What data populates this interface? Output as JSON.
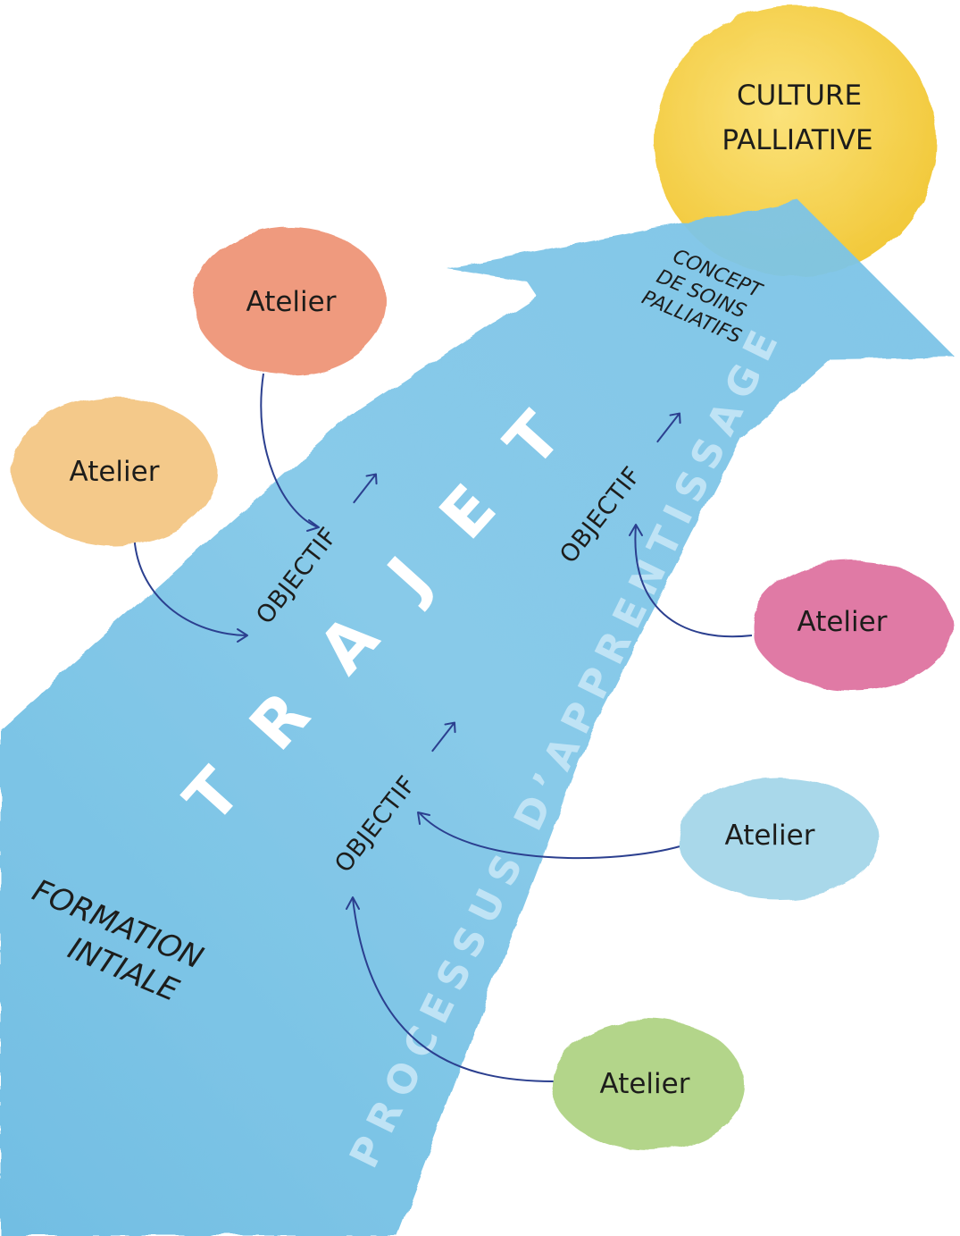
{
  "goal": {
    "line1": "CULTURE",
    "line2": "PALLIATIVE",
    "color": "#f6d14a"
  },
  "arrow": {
    "color": "#79c3e6",
    "path_label": "TRAJET",
    "process_label": "PROCESSUS D’APPRENTISSAGE",
    "start_label": {
      "line1": "FORMATION",
      "line2": "INTIALE"
    },
    "end_label": {
      "line1": "CONCEPT",
      "line2": "DE SOINS",
      "line3": "PALLIATIFS"
    }
  },
  "objective_label": "OBJECTIF",
  "workshops": [
    {
      "label": "Atelier",
      "color": "#ef9a7e"
    },
    {
      "label": "Atelier",
      "color": "#f4c98a"
    },
    {
      "label": "Atelier",
      "color": "#e07aa5"
    },
    {
      "label": "Atelier",
      "color": "#a9d8ea"
    },
    {
      "label": "Atelier",
      "color": "#b3d58a"
    }
  ],
  "connector_color": "#2b3f8f"
}
